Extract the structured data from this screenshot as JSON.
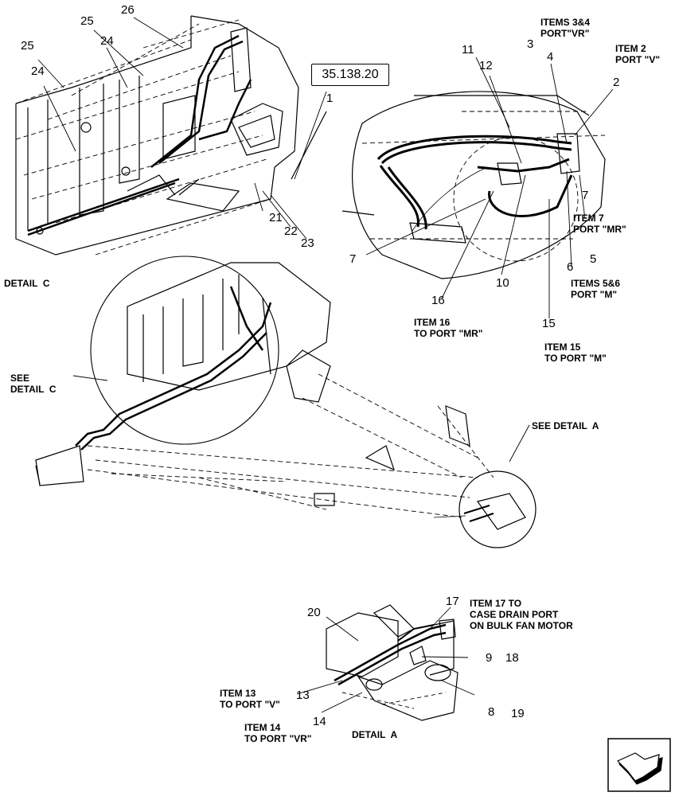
{
  "reference_box": "35.138.20",
  "item_numbers": {
    "n26": "26",
    "n25a": "25",
    "n24a": "24",
    "n25b": "25",
    "n24b": "24",
    "n1": "1",
    "n21": "21",
    "n22": "22",
    "n23": "23",
    "n11": "11",
    "n12": "12",
    "n3": "3",
    "n4": "4",
    "n2": "2",
    "n7a": "7",
    "n7b": "7",
    "n6": "6",
    "n5": "5",
    "n16": "16",
    "n10": "10",
    "n15": "15",
    "n17": "17",
    "n20": "20",
    "n9": "9",
    "n18": "18",
    "n13": "13",
    "n14": "14",
    "n8": "8",
    "n19": "19"
  },
  "callouts": {
    "items_3_4": "ITEMS 3&4\nPORT\"VR\"",
    "item_2": "ITEM 2\nPORT \"V\"",
    "item_7": "ITEM 7\nPORT \"MR\"",
    "items_5_6": "ITEMS 5&6\nPORT \"M\"",
    "item_16": "ITEM 16\nTO PORT \"MR\"",
    "item_15": "ITEM 15\nTO PORT \"M\"",
    "item_17": "ITEM 17 TO\nCASE DRAIN PORT\nON BULK FAN MOTOR",
    "item_13": "ITEM 13\nTO PORT \"V\"",
    "item_14": "ITEM 14\nTO PORT \"VR\""
  },
  "detail_labels": {
    "detail_c": "DETAIL  C",
    "see_detail_c": "SEE\nDETAIL  C",
    "see_detail_a": "SEE DETAIL  A",
    "detail_a": "DETAIL  A"
  },
  "nav_icon": "next-page-arrow-icon"
}
